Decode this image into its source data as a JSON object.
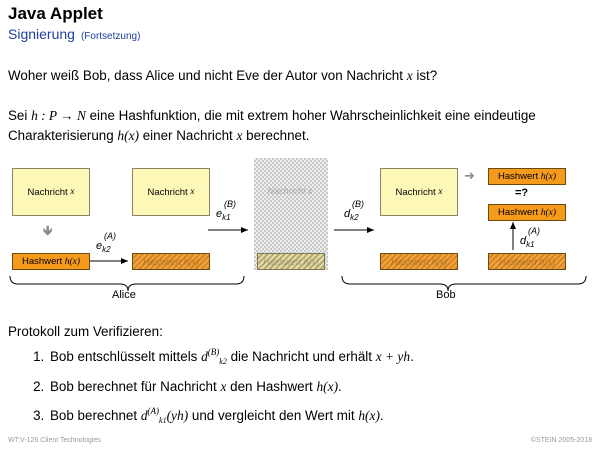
{
  "header": {
    "title": "Java Applet",
    "subtitle": "Signierung",
    "subtitle_note": "(Fortsetzung)"
  },
  "intro": {
    "question_pre": "Woher weiß Bob, dass Alice und nicht Eve der Autor von Nachricht ",
    "question_x": "x",
    "question_post": " ist?",
    "def_pre": "Sei ",
    "def_formula": "h : P → N",
    "def_mid": " eine Hashfunktion, die mit extrem hoher Wahrscheinlichkeit eine eindeutige Charakterisierung ",
    "def_hx": "h(x)",
    "def_mid2": " einer Nachricht ",
    "def_x": "x",
    "def_post": " berechnet."
  },
  "diagram": {
    "message_label": "Nachricht",
    "message_var": "x",
    "hash_label": "Hashwert",
    "hash_var": "h(x)",
    "encrypted_message_label": "Nachricht x",
    "encrypted_hash_label": "Hashwert h(x)",
    "keys": {
      "ek2": {
        "sup": "(A)",
        "base": "e",
        "sub": "k2"
      },
      "ek1": {
        "sup": "(B)",
        "base": "e",
        "sub": "k1"
      },
      "dk2": {
        "sup": "(B)",
        "base": "d",
        "sub": "k2"
      },
      "dk1": {
        "sup": "(A)",
        "base": "d",
        "sub": "k1"
      }
    },
    "compare_label": "=?",
    "alice_label": "Alice",
    "bob_label": "Bob"
  },
  "protocol": {
    "heading": "Protokoll zum Verifizieren:",
    "steps": [
      {
        "pre": "Bob entschlüsselt mittels ",
        "key_base": "d",
        "key_sup": "(B)",
        "key_sub": "k2",
        "post": " die Nachricht und erhält ",
        "math": "x + yh",
        "end": "."
      },
      {
        "pre": "Bob berechnet für Nachricht ",
        "math": "x",
        "mid": " den Hashwert ",
        "math2": "h(x)",
        "end": "."
      },
      {
        "pre": "Bob berechnet ",
        "key_base": "d",
        "key_sup": "(A)",
        "key_sub": "k1",
        "arg": "(yh)",
        "post": " und vergleicht den Wert mit ",
        "math": "h(x)",
        "end": "."
      }
    ]
  },
  "footer": {
    "left": "WT:V-126   Client Technologies",
    "right": "©STEIN 2005-2018"
  }
}
